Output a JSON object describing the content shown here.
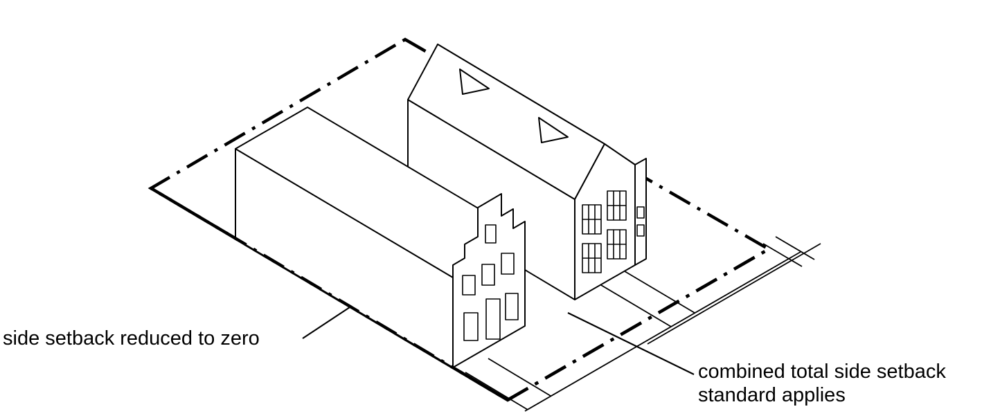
{
  "figure": {
    "type": "axonometric-zoning-diagram",
    "description": "Two houses on a lot shown with dash-dot property lines; one building sits on the side lot line, a combined setback remains between the buildings."
  },
  "colors": {
    "ink": "#000000",
    "background": "#ffffff"
  },
  "labels": {
    "side_setback": "side setback reduced to zero",
    "combined_line1": "combined total side setback",
    "combined_line2": "standard applies"
  },
  "elements": [
    "lot-property-line",
    "street-sidewalk-lines",
    "right-building",
    "left-building",
    "walkways",
    "leader-lines"
  ]
}
